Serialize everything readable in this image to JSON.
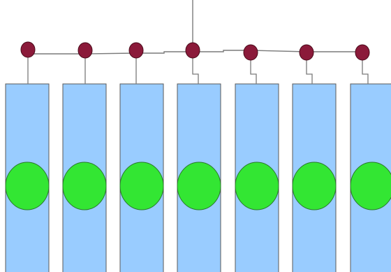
{
  "diagram": {
    "colors": {
      "background": "#ffffff",
      "column_fill": "#99ccff",
      "column_stroke": "#5a5a5a",
      "circle_fill": "#33e633",
      "circle_stroke": "#2a7a2a",
      "node_fill": "#8b1a3a",
      "node_stroke": "#4a0a1a",
      "wire": "#7a7a7a"
    },
    "columns": [
      {
        "id": "column-1",
        "has_bent_lead": false
      },
      {
        "id": "column-2",
        "has_bent_lead": false
      },
      {
        "id": "column-3",
        "has_bent_lead": false
      },
      {
        "id": "column-4",
        "has_bent_lead": true
      },
      {
        "id": "column-5",
        "has_bent_lead": true
      },
      {
        "id": "column-6",
        "has_bent_lead": true
      },
      {
        "id": "column-7",
        "has_bent_lead": true
      }
    ]
  }
}
